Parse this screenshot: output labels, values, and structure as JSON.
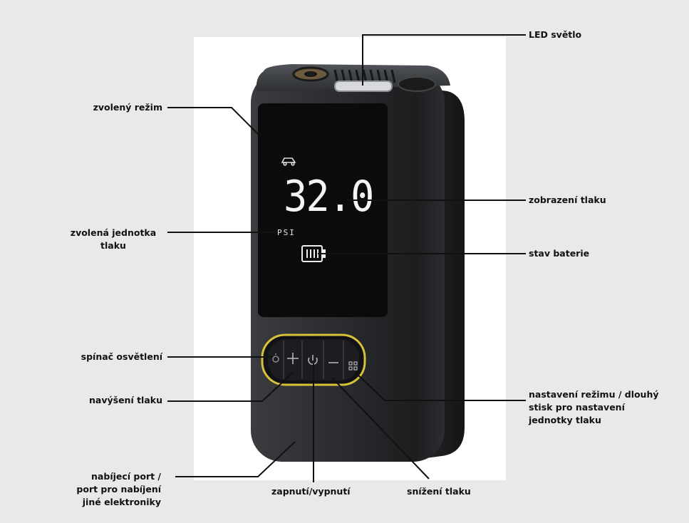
{
  "display": {
    "pressure_value": "32.0",
    "unit": "PSI"
  },
  "labels": {
    "led_light": "LED světlo",
    "selected_mode": "zvolený režim",
    "pressure_display": "zobrazení tlaku",
    "selected_unit_line1": "zvolená jednotka",
    "selected_unit_line2": "tlaku",
    "battery_status": "stav baterie",
    "light_switch": "spínač osvětlení",
    "increase_pressure": "navýšení tlaku",
    "mode_setting_line1": "nastavení režimu / dlouhý",
    "mode_setting_line2": "stisk pro nastavení",
    "mode_setting_line3": "jednotky tlaku",
    "charging_port_line1": "nabíjecí port /",
    "charging_port_line2": "port pro nabíjení",
    "charging_port_line3": "jiné elektroniky",
    "power_toggle": "zapnutí/vypnutí",
    "decrease_pressure": "snížení tlaku"
  },
  "colors": {
    "background": "#e9e9e9",
    "panel": "#ffffff",
    "body": "#2e3033",
    "screen": "#0b0b0c",
    "button_ring": "#d9c13a",
    "leader_line": "#111111"
  },
  "icons": [
    "car-icon",
    "battery-icon",
    "light-icon",
    "plus-icon",
    "power-icon",
    "minus-icon",
    "mode-icon"
  ]
}
